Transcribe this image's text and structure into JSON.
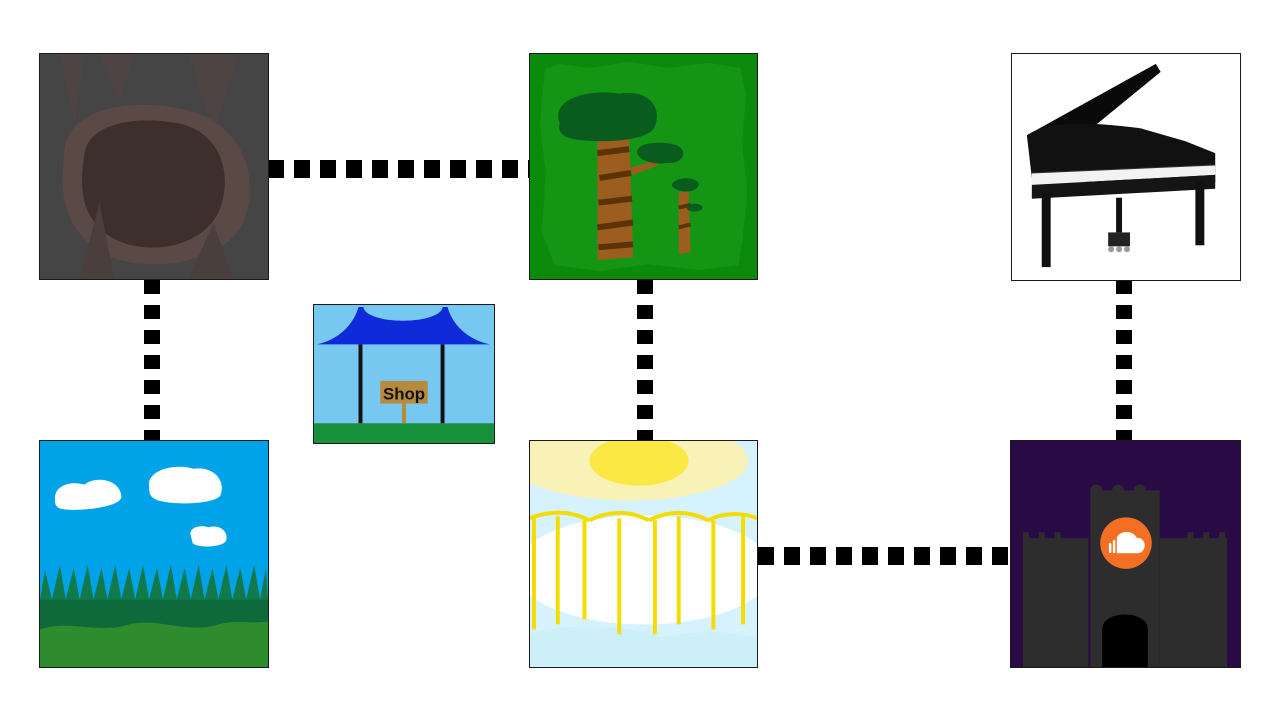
{
  "map": {
    "nodes": [
      {
        "id": "cave",
        "icon": "cave-icon"
      },
      {
        "id": "forest",
        "icon": "forest-icon"
      },
      {
        "id": "piano",
        "icon": "grand-piano-icon"
      },
      {
        "id": "shop",
        "icon": "shop-pavilion-icon",
        "sign_label": "Shop"
      },
      {
        "id": "meadow",
        "icon": "meadow-icon"
      },
      {
        "id": "sky-bridge",
        "icon": "sky-bridge-icon"
      },
      {
        "id": "castle",
        "icon": "castle-soundcloud-icon"
      }
    ],
    "connections": [
      {
        "from": "cave",
        "to": "forest",
        "style": "dotted"
      },
      {
        "from": "cave",
        "to": "meadow",
        "style": "dotted"
      },
      {
        "from": "forest",
        "to": "sky-bridge",
        "style": "dotted"
      },
      {
        "from": "piano",
        "to": "castle",
        "style": "dotted"
      },
      {
        "from": "sky-bridge",
        "to": "castle",
        "style": "dotted"
      }
    ],
    "colors": {
      "connector": "#000000",
      "cave": "#454545",
      "forest": "#0b8a0b",
      "sky": "#00a2e8",
      "castle_bg": "#2a0a45",
      "soundcloud": "#f26f23"
    }
  }
}
